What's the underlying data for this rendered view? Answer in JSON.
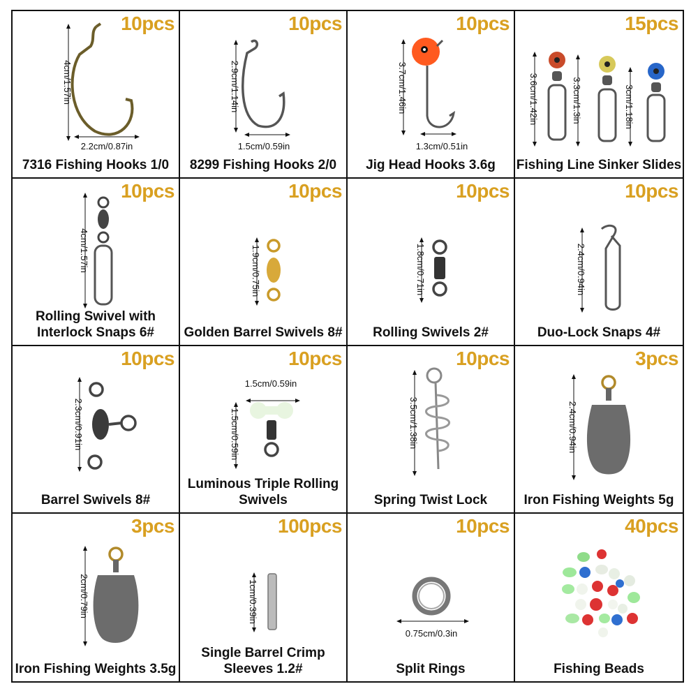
{
  "items": [
    {
      "qty": "10pcs",
      "name": "7316 Fishing Hooks 1/0",
      "dims": [
        "4cm/1.57in",
        "2.2cm/0.87in"
      ],
      "icon": "offset-worm-hook-icon"
    },
    {
      "qty": "10pcs",
      "name": "8299 Fishing Hooks 2/0",
      "dims": [
        "2.9cm/1.14in",
        "1.5cm/0.59in"
      ],
      "icon": "fishing-hook-icon"
    },
    {
      "qty": "10pcs",
      "name": "Jig Head Hooks 3.6g",
      "dims": [
        "3.7cm/1.46in",
        "1.3cm/0.51in"
      ],
      "icon": "jig-head-hook-icon"
    },
    {
      "qty": "15pcs",
      "name": "Fishing Line Sinker Slides",
      "dims": [
        "3.6cm/1.42in",
        "3.3cm/1.3in",
        "3cm/1.18in"
      ],
      "icon": "sinker-slide-icon"
    },
    {
      "qty": "10pcs",
      "name": "Rolling Swivel with\nInterlock Snaps 6#",
      "dims": [
        "4cm/1.57in"
      ],
      "icon": "swivel-snap-icon"
    },
    {
      "qty": "10pcs",
      "name": "Golden Barrel Swivels 8#",
      "dims": [
        "1.9cm/0.75in"
      ],
      "icon": "golden-barrel-swivel-icon"
    },
    {
      "qty": "10pcs",
      "name": "Rolling Swivels 2#",
      "dims": [
        "1.8cm/0.71in"
      ],
      "icon": "rolling-swivel-icon"
    },
    {
      "qty": "10pcs",
      "name": "Duo-Lock Snaps 4#",
      "dims": [
        "2.4cm/0.94in"
      ],
      "icon": "duo-lock-snap-icon"
    },
    {
      "qty": "10pcs",
      "name": "Barrel Swivels 8#",
      "dims": [
        "2.3cm/0.91in"
      ],
      "icon": "three-way-swivel-icon"
    },
    {
      "qty": "10pcs",
      "name": "Luminous Triple Rolling\nSwivels",
      "dims": [
        "1.5cm/0.59in",
        "1.5cm/0.59in"
      ],
      "icon": "luminous-swivel-icon"
    },
    {
      "qty": "10pcs",
      "name": "Spring Twist Lock",
      "dims": [
        "3.5cm/1.38in"
      ],
      "icon": "spring-twist-lock-icon"
    },
    {
      "qty": "3pcs",
      "name": "Iron Fishing Weights 5g",
      "dims": [
        "2.4cm/0.94in"
      ],
      "icon": "bullet-weight-icon"
    },
    {
      "qty": "3pcs",
      "name": "Iron Fishing Weights 3.5g",
      "dims": [
        "2cm/0.79in"
      ],
      "icon": "bullet-weight-small-icon"
    },
    {
      "qty": "100pcs",
      "name": "Single Barrel Crimp\nSleeves 1.2#",
      "dims": [
        "1cm/0.39in"
      ],
      "icon": "crimp-sleeve-icon"
    },
    {
      "qty": "10pcs",
      "name": "Split Rings",
      "dims": [
        "0.75cm/0.3in"
      ],
      "icon": "split-ring-icon"
    },
    {
      "qty": "40pcs",
      "name": "Fishing Beads",
      "dims": [],
      "icon": "fishing-beads-icon"
    }
  ],
  "colors": {
    "qty": "#d9a021",
    "border": "#111111"
  }
}
